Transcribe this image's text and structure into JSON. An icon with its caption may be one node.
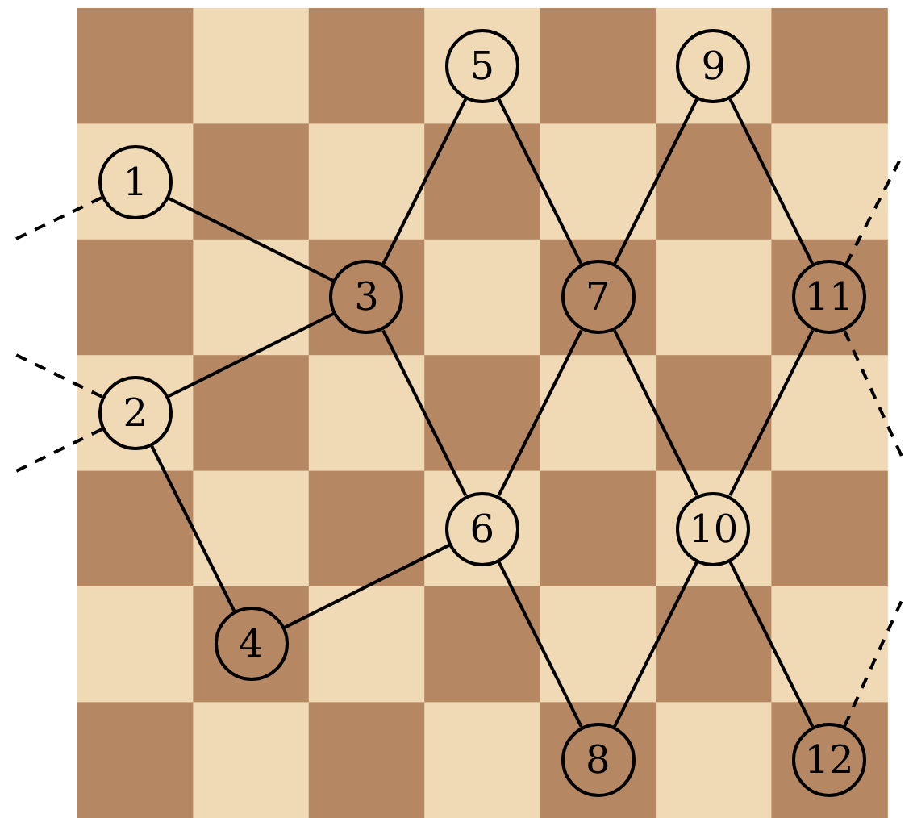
{
  "diagram": {
    "nodes": [
      {
        "text": [
          "1"
        ]
      },
      {
        "text": [
          "2"
        ]
      },
      {
        "text": [
          "3"
        ]
      },
      {
        "text": [
          "4"
        ]
      },
      {
        "text": [
          "5"
        ]
      },
      {
        "text": [
          "6"
        ]
      },
      {
        "text": [
          "7"
        ]
      },
      {
        "text": [
          "8"
        ]
      },
      {
        "text": [
          "9"
        ]
      },
      {
        "text": [
          "10"
        ]
      },
      {
        "text": [
          "11"
        ]
      },
      {
        "text": [
          "12"
        ]
      }
    ],
    "edges": [
      {
        "from": 0,
        "to": 2,
        "arrow": "none"
      },
      {
        "from": 1,
        "to": 2,
        "arrow": "none"
      },
      {
        "from": 1,
        "to": 3,
        "arrow": "none"
      },
      {
        "from": 3,
        "to": 5,
        "arrow": "none"
      },
      {
        "from": 2,
        "to": 5,
        "arrow": "none"
      },
      {
        "from": 2,
        "to": 4,
        "arrow": "none"
      },
      {
        "from": 4,
        "to": 6,
        "arrow": "none"
      },
      {
        "from": 6,
        "to": 5,
        "arrow": "none"
      },
      {
        "from": 6,
        "to": 8,
        "arrow": "none"
      },
      {
        "from": 8,
        "to": 10,
        "arrow": "none"
      },
      {
        "from": 6,
        "to": 9,
        "arrow": "none"
      },
      {
        "from": 10,
        "to": 9,
        "arrow": "none"
      },
      {
        "from": 9,
        "to": 7,
        "arrow": "none"
      },
      {
        "from": 9,
        "to": 11,
        "arrow": "none"
      },
      {
        "from": 5,
        "to": 7,
        "arrow": "none"
      },
      {
        "from": 0,
        "to": null,
        "arrow": "none",
        "style": "dashed"
      },
      {
        "from": 1,
        "to": null,
        "arrow": "none",
        "style": "dashed"
      },
      {
        "from": 1,
        "to": null,
        "arrow": "none",
        "style": "dashed"
      },
      {
        "from": 10,
        "to": null,
        "arrow": "none",
        "style": "dashed"
      },
      {
        "from": 10,
        "to": null,
        "arrow": "none",
        "style": "dashed"
      },
      {
        "from": 11,
        "to": null,
        "arrow": "none",
        "style": "dashed"
      }
    ]
  }
}
